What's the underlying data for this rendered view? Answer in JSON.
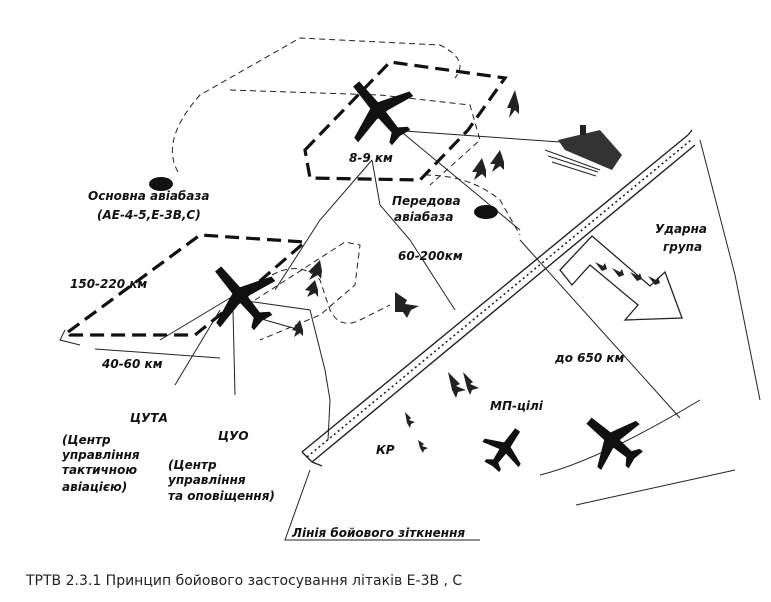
{
  "labels": {
    "main_airbase": "Основна авіабаза",
    "main_airbase_types": "(AE-4-5,E-3B,C)",
    "forward_airbase_1": "Передова",
    "forward_airbase_2": "авіабаза",
    "distance_8_9": "8-9 км",
    "distance_60_200": "60-200км",
    "distance_150_220": "150-220 км",
    "distance_40_60": "40-60 км",
    "distance_650": "до 650 км",
    "strike_group_1": "Ударна",
    "strike_group_2": "група",
    "tsuta": "ЦУТА",
    "tsuta_desc_1": "(Центр",
    "tsuta_desc_2": "управління",
    "tsuta_desc_3": "тактичною",
    "tsuta_desc_4": "авіацією)",
    "tsuo": "ЦУО",
    "tsuo_desc_1": "(Центр",
    "tsuo_desc_2": "управління",
    "tsuo_desc_3": "та оповіщення)",
    "mp_targets": "МП-цілі",
    "kr": "КР",
    "front_line": "Лінія бойового зіткнення"
  },
  "caption": "ТРТВ 2.3.1 Принцип бойового застосування літаків Е-3В , С"
}
